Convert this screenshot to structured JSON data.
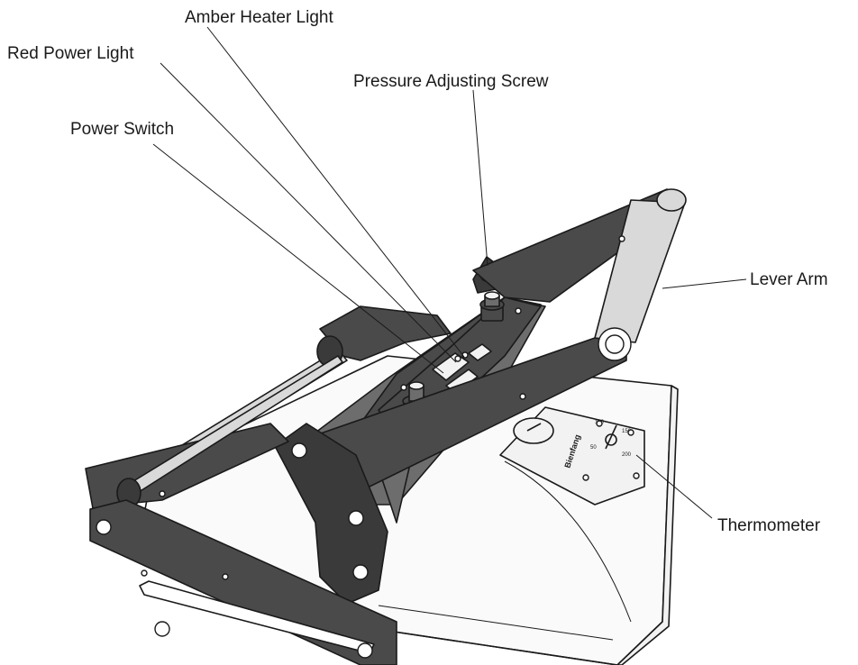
{
  "labels": {
    "amber_heater_light": "Amber Heater Light",
    "red_power_light": "Red Power Light",
    "pressure_adjusting_screw": "Pressure Adjusting Screw",
    "power_switch": "Power Switch",
    "lever_arm": "Lever Arm",
    "thermometer": "Thermometer"
  },
  "brand_plate": "Bienfang",
  "colors": {
    "frame": "#4a4a4a",
    "platen": "#f2f2f2",
    "line": "#1a1a1a"
  }
}
